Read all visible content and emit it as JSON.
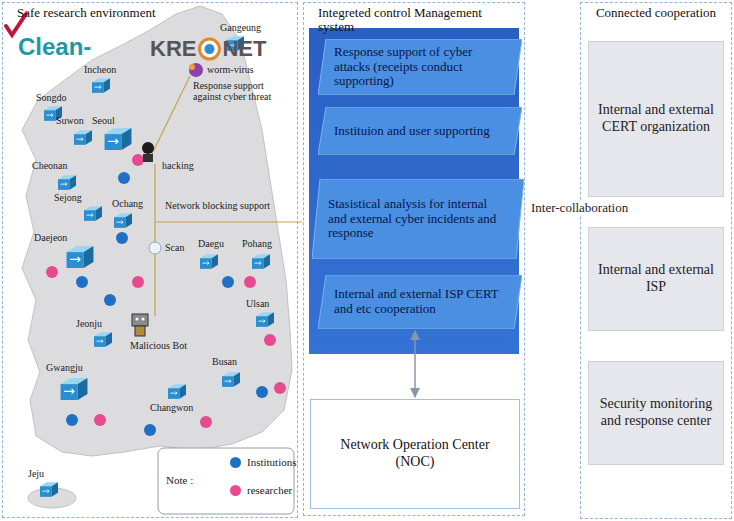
{
  "diagram": {
    "nodes": [
      {
        "text": [
          "Safe research environment"
        ]
      },
      {
        "text": [
          "Integreted control Management system"
        ]
      },
      {
        "text": [
          "Response support of cyber attacks (receipts conduct supporting)"
        ],
        "in": 1
      },
      {
        "text": [
          "Instituion and user supporting"
        ],
        "in": 1
      },
      {
        "text": [
          "Stasistical analysis for internal and external cyber incidents and response"
        ],
        "in": 1
      },
      {
        "text": [
          "Internal and external ISP CERT and etc cooperation"
        ],
        "in": 1
      },
      {
        "text": [
          "Network Operation Center (NOC)"
        ],
        "in": 1
      },
      {
        "text": [
          "Connected cooperation"
        ]
      },
      {
        "text": [
          "Internal and external CERT organization"
        ],
        "in": 7
      },
      {
        "text": [
          "Internal and external ISP"
        ],
        "in": 7
      },
      {
        "text": [
          "Security monitoring and response center"
        ],
        "in": 7
      }
    ],
    "edges": [
      {
        "from": 5,
        "to": 6,
        "arrow": "both"
      }
    ],
    "labels": [
      "Clean-",
      "KRE",
      "NET",
      "Incheon",
      "Gangeung",
      "Songdo",
      "Suwon",
      "Seoul",
      "worm-virus",
      "Response support against cyber threat",
      "hacking",
      "Cheonan",
      "Network blocking support",
      "Sejong",
      "Ochang",
      "Daejeon",
      "Scan",
      "Daegu",
      "Pohang",
      "Jeonju",
      "Malicious Bot",
      "Ulsan",
      "Gwangju",
      "Busan",
      "Changwon",
      "Jeju",
      "Note :",
      "Inter-collaboration"
    ],
    "legend": [
      {
        "text": "Institutions",
        "color": "#1f6fc4"
      },
      {
        "text": "researcher",
        "color": "#e54b8e"
      }
    ]
  }
}
